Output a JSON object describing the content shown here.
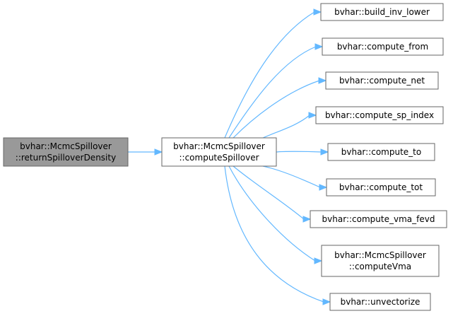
{
  "colors": {
    "root_fill": "#999999",
    "node_fill": "#ffffff",
    "node_border": "#666666",
    "edge": "#63b8ff"
  },
  "root": {
    "lines": [
      "bvhar::McmcSpillover",
      "::returnSpilloverDensity"
    ]
  },
  "middle": {
    "lines": [
      "bvhar::McmcSpillover",
      "::computeSpillover"
    ]
  },
  "callees": [
    {
      "lines": [
        "bvhar::build_inv_lower"
      ]
    },
    {
      "lines": [
        "bvhar::compute_from"
      ]
    },
    {
      "lines": [
        "bvhar::compute_net"
      ]
    },
    {
      "lines": [
        "bvhar::compute_sp_index"
      ]
    },
    {
      "lines": [
        "bvhar::compute_to"
      ]
    },
    {
      "lines": [
        "bvhar::compute_tot"
      ]
    },
    {
      "lines": [
        "bvhar::compute_vma_fevd"
      ]
    },
    {
      "lines": [
        "bvhar::McmcSpillover",
        "::computeVma"
      ]
    },
    {
      "lines": [
        "bvhar::unvectorize"
      ]
    }
  ]
}
